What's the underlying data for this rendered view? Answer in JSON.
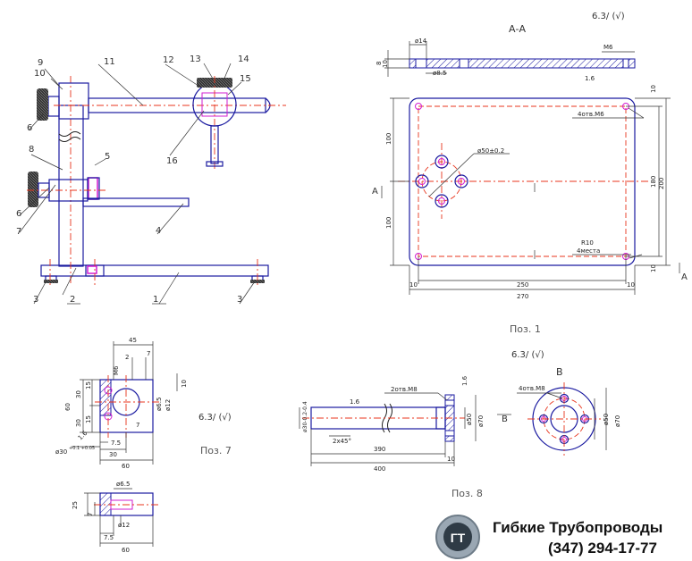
{
  "assembly": {
    "labels": [
      "1",
      "2",
      "3",
      "3",
      "4",
      "5",
      "6",
      "6",
      "7",
      "8",
      "9",
      "10",
      "11",
      "12",
      "13",
      "14",
      "15",
      "16"
    ]
  },
  "pos1": {
    "section_title": "А-А",
    "roughness": "6.3/ (√)",
    "dims": {
      "d14": "ø14",
      "m6": "M6",
      "d8_5": "ø8.5",
      "r1_6": "1.6",
      "h10": "10",
      "h8": "8",
      "hole_note": "4отв.M6",
      "circle": "ø50±0.2",
      "v100a": "100",
      "v100b": "100",
      "v200": "200",
      "v180": "180",
      "v10a": "10",
      "v10b": "10",
      "radius": "R10",
      "places": "4места",
      "h10l": "10",
      "h250": "250",
      "h10r": "10",
      "h270": "270",
      "sec_a": "A",
      "sec_a2": "A"
    },
    "caption": "Поз. 1"
  },
  "pos7": {
    "dims": {
      "w45": "45",
      "m6": "M6",
      "d2": "2",
      "d7": "7",
      "d10": "10",
      "h15a": "15",
      "h60": "60",
      "h30": "30",
      "h30b": "30",
      "h15b": "15",
      "d6_5": "ø6.5",
      "d12": "ø12",
      "d7b": "7",
      "d30": "ø30",
      "tol": "+0.1 +0.05",
      "w7_5": "7.5",
      "w30": "30",
      "w60": "60",
      "r1_6": "1.6"
    },
    "roughness": "6.3/ (√)",
    "caption": "Поз. 7",
    "side": {
      "d6_5": "ø6.5",
      "h25": "25",
      "h7": "7",
      "d12": "ø12",
      "w7_5": "7.5",
      "w60": "60"
    }
  },
  "pos8": {
    "dims": {
      "r1_6a": "1.6",
      "holes": "2отв.M8",
      "r1_6b": "1.6",
      "d30": "ø30-0.2-0.4",
      "d50": "ø50",
      "d70": "ø70",
      "chamfer": "2x45°",
      "l390": "390",
      "l400": "400",
      "l10": "10",
      "view_b": "В"
    },
    "roughness": "6.3/ (√)",
    "view": {
      "title": "В",
      "holes": "4отв.M8",
      "d50": "ø50",
      "d70": "ø70"
    },
    "caption": "Поз. 8"
  },
  "brand": {
    "logo_letters": "ГТ",
    "name": "Гибкие Трубопроводы",
    "phone": "(347) 294-17-77"
  }
}
